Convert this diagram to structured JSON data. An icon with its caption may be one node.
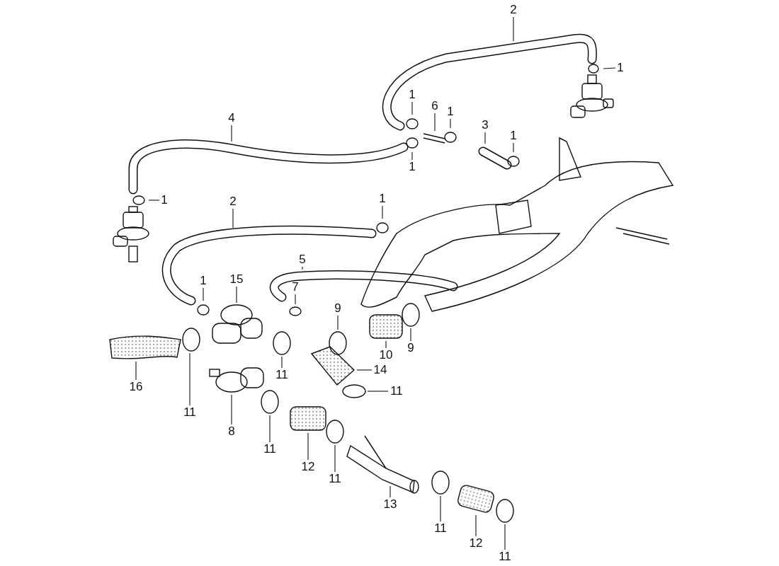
{
  "diagram": {
    "nodes": [
      {
        "text": [
          "2"
        ]
      },
      {
        "text": [
          "1"
        ]
      },
      {
        "text": [
          "1"
        ]
      },
      {
        "text": [
          "6"
        ]
      },
      {
        "text": [
          "1"
        ]
      },
      {
        "text": [
          "4"
        ]
      },
      {
        "text": [
          "3"
        ]
      },
      {
        "text": [
          "1"
        ]
      },
      {
        "text": [
          "1"
        ]
      },
      {
        "text": [
          "1"
        ]
      },
      {
        "text": [
          "2"
        ]
      },
      {
        "text": [
          "1"
        ]
      },
      {
        "text": [
          "5"
        ]
      },
      {
        "text": [
          "15"
        ]
      },
      {
        "text": [
          "1"
        ]
      },
      {
        "text": [
          "7"
        ]
      },
      {
        "text": [
          "9"
        ]
      },
      {
        "text": [
          "9"
        ]
      },
      {
        "text": [
          "10"
        ]
      },
      {
        "text": [
          "16"
        ]
      },
      {
        "text": [
          "11"
        ]
      },
      {
        "text": [
          "11"
        ]
      },
      {
        "text": [
          "14"
        ]
      },
      {
        "text": [
          "11"
        ]
      },
      {
        "text": [
          "8"
        ]
      },
      {
        "text": [
          "11"
        ]
      },
      {
        "text": [
          "12"
        ]
      },
      {
        "text": [
          "11"
        ]
      },
      {
        "text": [
          "13"
        ]
      },
      {
        "text": [
          "11"
        ]
      },
      {
        "text": [
          "12"
        ]
      },
      {
        "text": [
          "11"
        ]
      }
    ],
    "edges": [
      {
        "from": 0,
        "to": null,
        "arrow": "none"
      },
      {
        "from": 1,
        "to": null,
        "arrow": "none"
      },
      {
        "from": 2,
        "to": null,
        "arrow": "none"
      },
      {
        "from": 3,
        "to": null,
        "arrow": "none"
      },
      {
        "from": 4,
        "to": null,
        "arrow": "none"
      },
      {
        "from": 5,
        "to": null,
        "arrow": "none"
      },
      {
        "from": 6,
        "to": null,
        "arrow": "none"
      },
      {
        "from": 7,
        "to": null,
        "arrow": "none"
      },
      {
        "from": 8,
        "to": null,
        "arrow": "none"
      },
      {
        "from": 9,
        "to": null,
        "arrow": "none"
      },
      {
        "from": 10,
        "to": null,
        "arrow": "none"
      },
      {
        "from": 11,
        "to": null,
        "arrow": "none"
      },
      {
        "from": 12,
        "to": null,
        "arrow": "none"
      },
      {
        "from": 13,
        "to": null,
        "arrow": "none"
      },
      {
        "from": 14,
        "to": null,
        "arrow": "none"
      },
      {
        "from": 15,
        "to": null,
        "arrow": "none"
      },
      {
        "from": 16,
        "to": null,
        "arrow": "none"
      },
      {
        "from": 17,
        "to": null,
        "arrow": "none"
      },
      {
        "from": 18,
        "to": null,
        "arrow": "none"
      },
      {
        "from": 19,
        "to": null,
        "arrow": "none"
      },
      {
        "from": 20,
        "to": null,
        "arrow": "none"
      },
      {
        "from": 21,
        "to": null,
        "arrow": "none"
      },
      {
        "from": 22,
        "to": null,
        "arrow": "none"
      },
      {
        "from": 23,
        "to": null,
        "arrow": "none"
      },
      {
        "from": 24,
        "to": null,
        "arrow": "none"
      },
      {
        "from": 25,
        "to": null,
        "arrow": "none"
      },
      {
        "from": 26,
        "to": null,
        "arrow": "none"
      },
      {
        "from": 27,
        "to": null,
        "arrow": "none"
      },
      {
        "from": 28,
        "to": null,
        "arrow": "none"
      },
      {
        "from": 29,
        "to": null,
        "arrow": "none"
      },
      {
        "from": 30,
        "to": null,
        "arrow": "none"
      },
      {
        "from": 31,
        "to": null,
        "arrow": "none"
      }
    ]
  }
}
